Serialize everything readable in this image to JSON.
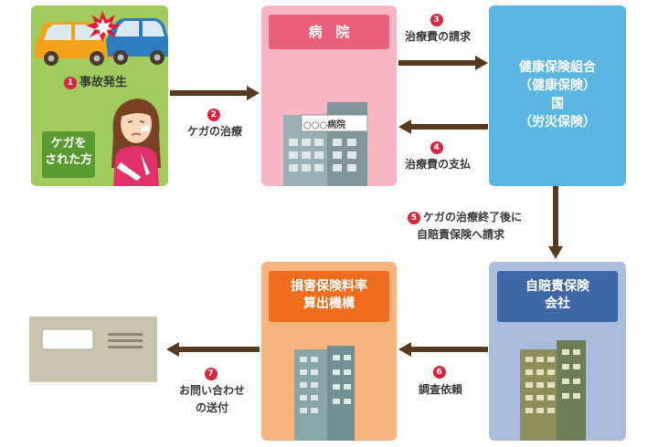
{
  "accident": {
    "step": "1",
    "label": "事故発生"
  },
  "injured_person": {
    "line1": "ケガを",
    "line2": "された方"
  },
  "hospital": {
    "title": "病　院",
    "sign": "○○○病院"
  },
  "insurer": {
    "line1": "健康保険組合",
    "line2": "（健康保険）",
    "line3": "国",
    "line4": "（労災保険）"
  },
  "liability_company": {
    "line1": "自賠責保険",
    "line2": "会社"
  },
  "rating_org": {
    "line1": "損害保険料率",
    "line2": "算出機構"
  },
  "steps": {
    "s2": {
      "num": "2",
      "label": "ケガの治療"
    },
    "s3": {
      "num": "3",
      "label": "治療費の請求"
    },
    "s4": {
      "num": "4",
      "label": "治療費の支払"
    },
    "s5": {
      "num": "5",
      "line1": "ケガの治療終了後に",
      "line2": "自賠責保険へ請求"
    },
    "s6": {
      "num": "6",
      "label": "調査依頼"
    },
    "s7": {
      "num": "7",
      "line1": "お問い合わせ",
      "line2": "の送付"
    }
  },
  "colors": {
    "accident_panel": "#9fcc5c",
    "hospital_panel": "#f7b7c2",
    "hospital_label": "#e9607a",
    "insurer_panel": "#5bb7e2",
    "liability_panel": "#a9bedf",
    "liability_label": "#3f66a6",
    "rating_panel": "#f8b47c",
    "rating_label": "#ee6d1e",
    "arrow": "#5a3a1e",
    "step_number": "#d9263f"
  },
  "icons": [
    "car-crash-icon",
    "injured-woman-icon",
    "hospital-building-icon",
    "office-building-icon",
    "envelope-icon"
  ]
}
